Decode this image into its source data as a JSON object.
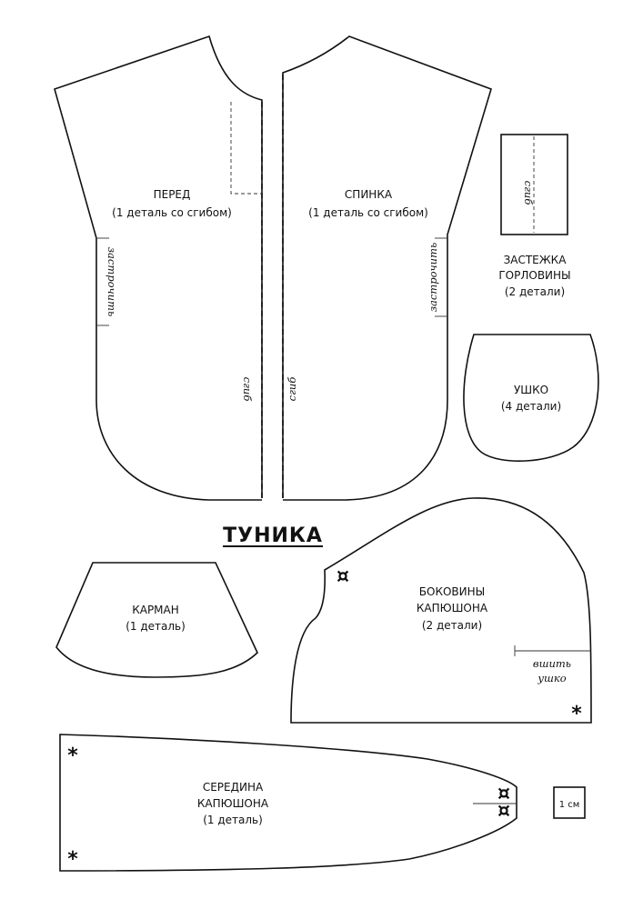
{
  "title": "ТУНИКА",
  "pieces": {
    "front": {
      "name": "ПЕРЕД",
      "count": "(1 деталь со сгибом)",
      "fold_note": "сгиб",
      "stitch_note": "застрочить"
    },
    "back": {
      "name": "СПИНКА",
      "count": "(1 деталь со сгибом)",
      "fold_note": "сгиб",
      "stitch_note": "застрочить"
    },
    "neck_closure": {
      "name_line1": "ЗАСТЕЖКА",
      "name_line2": "ГОРЛОВИНЫ",
      "count": "(2 детали)",
      "fold_note": "сгиб"
    },
    "ear": {
      "name": "УШКО",
      "count": "(4 детали)"
    },
    "pocket": {
      "name": "КАРМАН",
      "count": "(1 деталь)"
    },
    "hood_sides": {
      "name_line1": "БОКОВИНЫ",
      "name_line2": "КАПЮШОНА",
      "count": "(2 детали)",
      "note_line1": "вшить",
      "note_line2": "ушко"
    },
    "hood_middle": {
      "name_line1": "СЕРЕДИНА",
      "name_line2": "КАПЮШОНА",
      "count": "(1 деталь)"
    }
  },
  "marks": {
    "star": "*",
    "cross": "¤"
  },
  "scale": {
    "label": "1 см"
  }
}
